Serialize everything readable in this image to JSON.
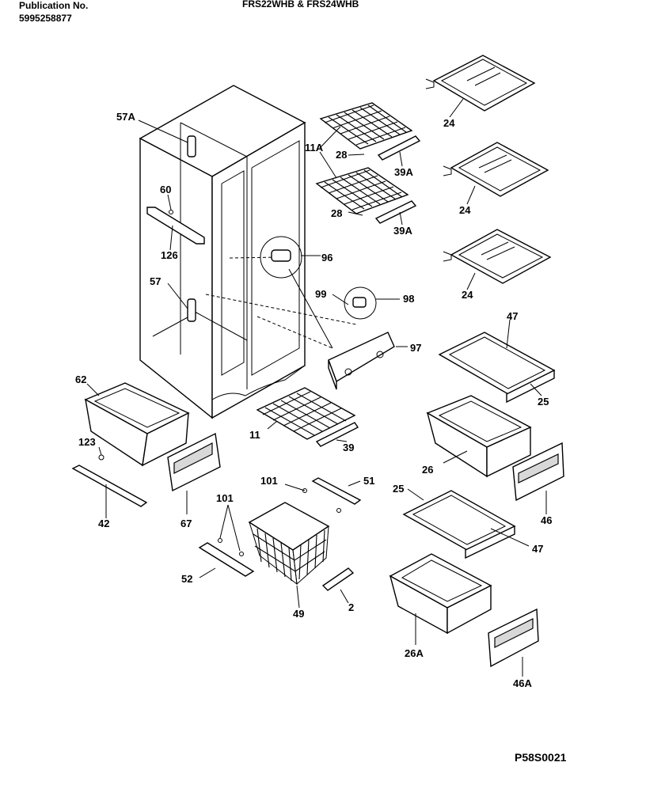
{
  "header": {
    "publication_label": "Publication No.",
    "publication_number": "5995258877",
    "models": "FRS22WHB & FRS24WHB"
  },
  "footer": {
    "drawing_code": "P58S0021"
  },
  "callouts": {
    "c57A": "57A",
    "c60": "60",
    "c126": "126",
    "c57": "57",
    "c62": "62",
    "c123": "123",
    "c42": "42",
    "c67": "67",
    "c11A": "11A",
    "c28a": "28",
    "c39Aa": "39A",
    "c28b": "28",
    "c39Ab": "39A",
    "c96": "96",
    "c99": "99",
    "c98": "98",
    "c97": "97",
    "c11": "11",
    "c39": "39",
    "c101a": "101",
    "c51": "51",
    "c101b": "101",
    "c52": "52",
    "c49": "49",
    "c2": "2",
    "c24a": "24",
    "c24b": "24",
    "c24c": "24",
    "c47a": "47",
    "c25a": "25",
    "c26": "26",
    "c46": "46",
    "c25b": "25",
    "c47b": "47",
    "c26A": "26A",
    "c46A": "46A"
  }
}
